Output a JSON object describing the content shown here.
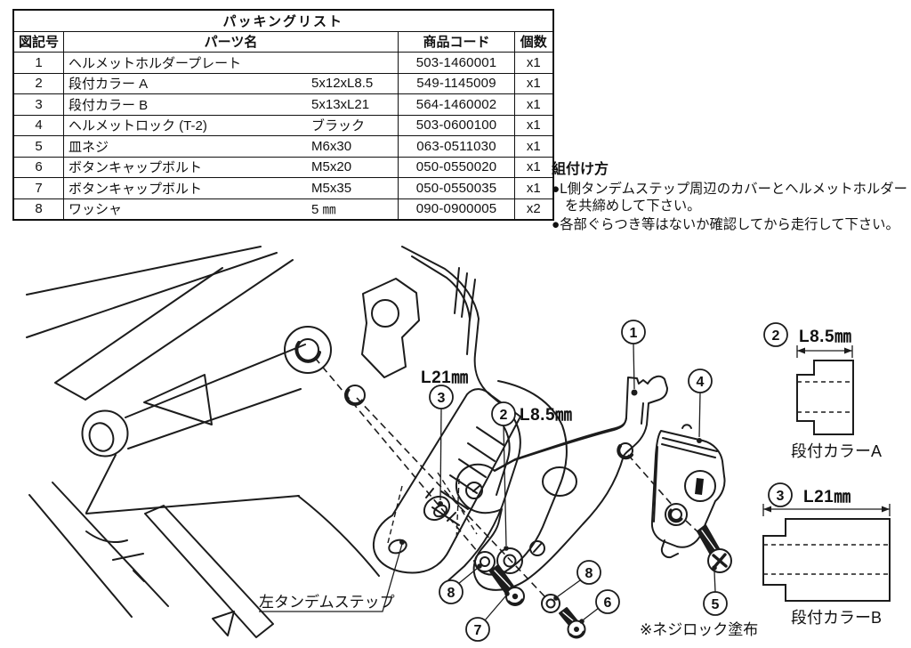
{
  "packing_list": {
    "title": "パッキングリスト",
    "headers": {
      "symbol": "図記号",
      "part_name": "パーツ名",
      "product_code": "商品コード",
      "qty": "個数"
    },
    "rows": [
      {
        "no": "1",
        "name": "ヘルメットホルダープレート",
        "spec": "",
        "code": "503-1460001",
        "qty": "x1"
      },
      {
        "no": "2",
        "name": "段付カラー A",
        "spec": "5x12xL8.5",
        "code": "549-1145009",
        "qty": "x1"
      },
      {
        "no": "3",
        "name": "段付カラー B",
        "spec": "5x13xL21",
        "code": "564-1460002",
        "qty": "x1"
      },
      {
        "no": "4",
        "name": "ヘルメットロック (T-2)",
        "spec": "ブラック",
        "code": "503-0600100",
        "qty": "x1"
      },
      {
        "no": "5",
        "name": "皿ネジ",
        "spec": "M6x30",
        "code": "063-0511030",
        "qty": "x1"
      },
      {
        "no": "6",
        "name": "ボタンキャップボルト",
        "spec": "M5x20",
        "code": "050-0550020",
        "qty": "x1"
      },
      {
        "no": "7",
        "name": "ボタンキャップボルト",
        "spec": "M5x35",
        "code": "050-0550035",
        "qty": "x1"
      },
      {
        "no": "8",
        "name": "ワッシャ",
        "spec": "5 ㎜",
        "code": "090-0900005",
        "qty": "x2"
      }
    ]
  },
  "instructions": {
    "heading": "組付け方",
    "bullets": [
      "●L側タンデムステップ周辺のカバーとヘルメットホルダーを共締めして下さい。",
      "●各部ぐらつき等はないか確認してから走行して下さい。"
    ]
  },
  "diagram": {
    "callouts": {
      "c1": "1",
      "c2": "2",
      "c3": "3",
      "c4": "4",
      "c5": "5",
      "c6": "6",
      "c7": "7",
      "c8": "8"
    },
    "labels": {
      "dim_l21": "L21㎜",
      "dim_l85": "L8.5㎜",
      "left_tandem_step": "左タンデムステップ",
      "screw_lock_note": "※ネジロック塗布",
      "collar_a_name": "段付カラーA",
      "collar_b_name": "段付カラーB"
    }
  }
}
